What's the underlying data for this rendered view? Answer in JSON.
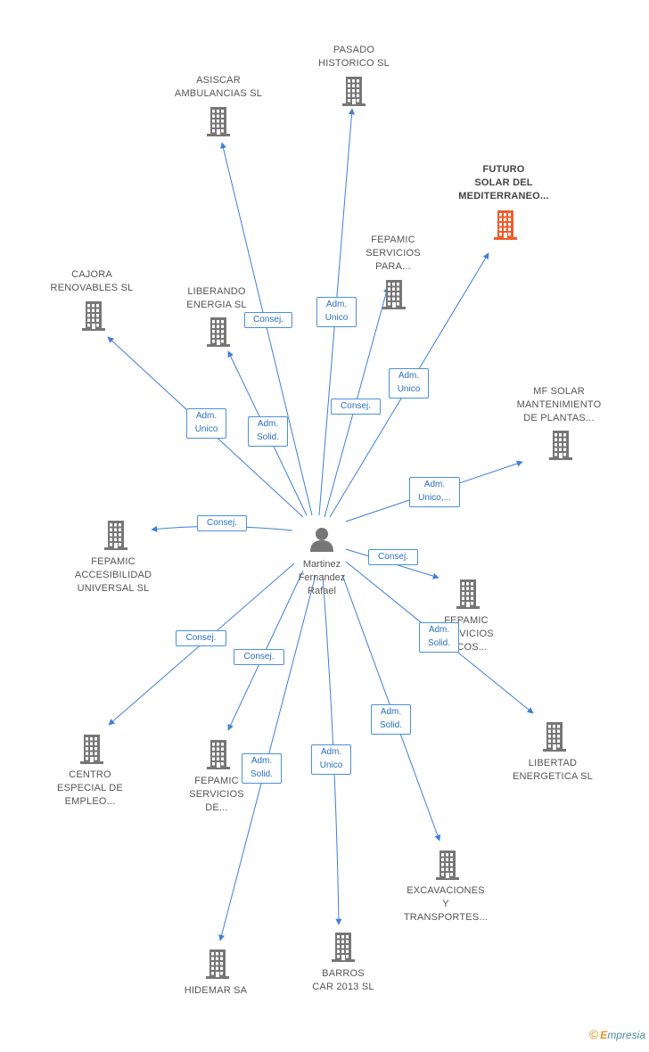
{
  "center": {
    "name": "Martinez\nFernandez\nRafael",
    "icon": "person-icon"
  },
  "colors": {
    "edge": "#3f7fd6",
    "building": "#767676",
    "highlight": "#f05a2a",
    "label_border": "#4a90d9"
  },
  "companies": [
    {
      "id": "pasado",
      "name": "PASADO\nHISTORICO SL",
      "relation": "Adm.\nUnico",
      "highlight": false,
      "icon": "building-icon"
    },
    {
      "id": "asiscar",
      "name": "ASISCAR\nAMBULANCIAS SL",
      "relation": "Consej.",
      "highlight": false,
      "icon": "building-icon"
    },
    {
      "id": "futuro",
      "name": "FUTURO\nSOLAR DEL\nMEDITERRANEO...",
      "relation": "Adm.\nUnico",
      "highlight": true,
      "icon": "building-icon"
    },
    {
      "id": "fepamic-para",
      "name": "FEPAMIC\nSERVICIOS\nPARA...",
      "relation": "Consej.",
      "highlight": false,
      "icon": "building-icon"
    },
    {
      "id": "cajora",
      "name": "CAJORA\nRENOVABLES SL",
      "relation": "Adm.\nUnico",
      "highlight": false,
      "icon": "building-icon"
    },
    {
      "id": "liberando",
      "name": "LIBERANDO\nENERGIA SL",
      "relation": "Adm.\nSolid.",
      "highlight": false,
      "icon": "building-icon"
    },
    {
      "id": "mf-solar",
      "name": "MF SOLAR\nMANTENIMIENTO\nDE PLANTAS...",
      "relation": "Adm.\nUnico,...",
      "highlight": false,
      "icon": "building-icon"
    },
    {
      "id": "fepamic-accesibilidad",
      "name": "FEPAMIC\nACCESIBILIDAD\nUNIVERSAL SL",
      "relation": "Consej.",
      "highlight": false,
      "icon": "building-icon"
    },
    {
      "id": "fepamic-servicios-icos",
      "name": "FEPAMIC\nSERVICIOS\n...ICOS...",
      "relation": "Consej.",
      "highlight": false,
      "icon": "building-icon"
    },
    {
      "id": "libertad",
      "name": "LIBERTAD\nENERGETICA SL",
      "relation": "Adm.\nSolid.",
      "highlight": false,
      "icon": "building-icon"
    },
    {
      "id": "centro",
      "name": "CENTRO\nESPECIAL DE\nEMPLEO...",
      "relation": "Consej.",
      "highlight": false,
      "icon": "building-icon"
    },
    {
      "id": "fepamic-de",
      "name": "FEPAMIC\nSERVICIOS\nDE...",
      "relation": "Consej.",
      "highlight": false,
      "icon": "building-icon"
    },
    {
      "id": "excavaciones",
      "name": "EXCAVACIONES\nY\nTRANSPORTES...",
      "relation": "Adm.\nSolid.",
      "highlight": false,
      "icon": "building-icon"
    },
    {
      "id": "hidemar",
      "name": "HIDEMAR SA",
      "relation": "Adm.\nSolid.",
      "highlight": false,
      "icon": "building-icon"
    },
    {
      "id": "barros",
      "name": "BARROS\nCAR 2013 SL",
      "relation": "Adm.\nUnico",
      "highlight": false,
      "icon": "building-icon"
    }
  ],
  "footer": {
    "copyright": "©",
    "brand_initial": "E",
    "brand_rest": "mpresia"
  }
}
